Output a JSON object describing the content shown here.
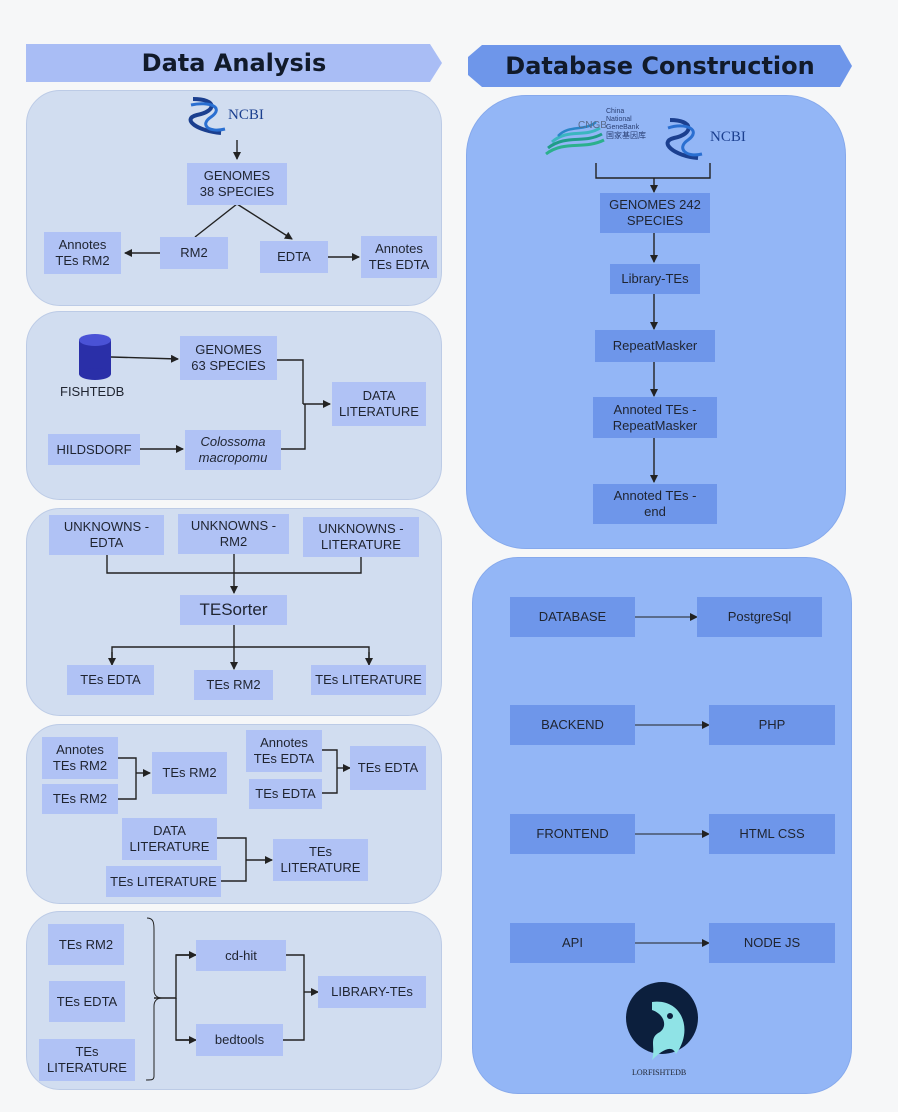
{
  "left_title": "Data Analysis",
  "right_title": "Database Construction",
  "panel1": {
    "ncbi": "NCBI",
    "genomes": "GENOMES\n38 SPECIES",
    "rm2": "RM2",
    "edta": "EDTA",
    "annot_rm2": "Annotes\nTEs RM2",
    "annot_edta": "Annotes\nTEs EDTA"
  },
  "panel2": {
    "fishtedb": "FISHTEDB",
    "genomes": "GENOMES\n63 SPECIES",
    "data_lit": "DATA\nLITERATURE",
    "hildsdorf": "HILDSDORF",
    "colossoma": "Colossoma\nmacropomu"
  },
  "panel3": {
    "unk_edta": "UNKNOWNS -\nEDTA",
    "unk_rm2": "UNKNOWNS -\nRM2",
    "unk_lit": "UNKNOWNS -\nLITERATURE",
    "tesorter": "TESorter",
    "tes_edta": "TEs EDTA",
    "tes_rm2": "TEs RM2",
    "tes_lit": "TEs LITERATURE"
  },
  "panel4": {
    "annot_rm2": "Annotes\nTEs RM2",
    "tes_rm2_in": "TEs RM2",
    "tes_rm2_out": "TEs RM2",
    "annot_edta": "Annotes\nTEs EDTA",
    "tes_edta_in": "TEs EDTA",
    "tes_edta_out": "TEs EDTA",
    "data_lit": "DATA\nLITERATURE",
    "tes_lit_in": "TEs LITERATURE",
    "tes_lit_out": "TEs\nLITERATURE"
  },
  "panel5": {
    "tes_rm2": "TEs RM2",
    "tes_edta": "TEs EDTA",
    "tes_lit": "TEs\nLITERATURE",
    "cdhit": "cd-hit",
    "bedtools": "bedtools",
    "library": "LIBRARY-TEs"
  },
  "right_top": {
    "cngb_line1": "China",
    "cngb_line2": "National",
    "cngb_line3": "GeneBank",
    "cngb_line4": "国家基因库",
    "cngb_abbr": "CNGB",
    "ncbi": "NCBI",
    "genomes": "GENOMES 242\nSPECIES",
    "library": "Library-TEs",
    "repeatmasker": "RepeatMasker",
    "annot_rm": "Annoted TEs -\nRepeatMasker",
    "annot_end": "Annoted TEs -\nend"
  },
  "right_bottom": {
    "database": "DATABASE",
    "postgres": "PostgreSql",
    "backend": "BACKEND",
    "php": "PHP",
    "frontend": "FRONTEND",
    "htmlcss": "HTML CSS",
    "api": "API",
    "nodejs": "NODE JS",
    "logo_text": "LORFISHTEDB"
  },
  "colors": {
    "panel_light": "#d1ddf0",
    "panel_blue": "#93b6f6",
    "box_light": "#b0c2f5",
    "box_dark": "#6e96ea",
    "banner_left": "#a9bdf5",
    "banner_right": "#6e96ea"
  }
}
